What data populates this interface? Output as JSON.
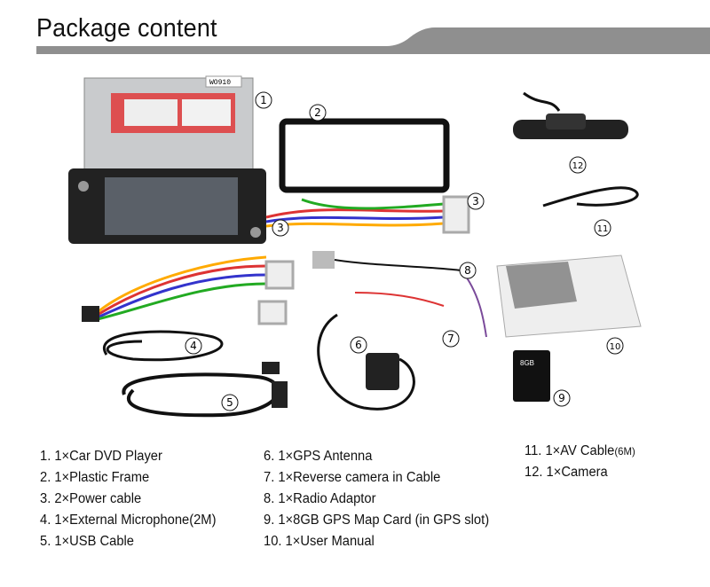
{
  "header": {
    "title": "Package content",
    "accent": "#8f8f8f"
  },
  "photo": {
    "player_label": "WO910",
    "card_label": "8GB",
    "callouts": [
      "1",
      "2",
      "3",
      "3",
      "4",
      "5",
      "6",
      "7",
      "8",
      "9",
      "10",
      "11",
      "12"
    ]
  },
  "contents": {
    "column1": [
      "1. 1×Car DVD Player",
      "2. 1×Plastic Frame",
      "3. 2×Power cable",
      "4. 1×External Microphone(2M)",
      "5. 1×USB Cable"
    ],
    "column2": [
      "6. 1×GPS Antenna",
      "7. 1×Reverse camera in Cable",
      "8. 1×Radio Adaptor",
      "9. 1×8GB GPS Map Card (in GPS slot)",
      "10. 1×User Manual"
    ],
    "column3": [
      {
        "main": "11. 1×AV Cable",
        "suffix": "(6M)"
      },
      {
        "main": "12. 1×Camera",
        "suffix": ""
      }
    ]
  }
}
